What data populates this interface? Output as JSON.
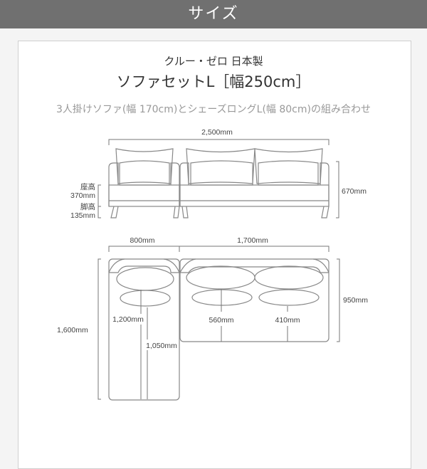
{
  "header": {
    "title": "サイズ"
  },
  "product": {
    "brand": "クルー・ゼロ 日本製",
    "name": "ソファセットL［幅250cm］",
    "description": "3人掛けソファ(幅 170cm)とシェーズロングL(幅 80cm)の組み合わせ"
  },
  "front_view": {
    "total_width": "2,500mm",
    "total_height": "670mm",
    "seat_label": "座高",
    "seat_height": "370mm",
    "leg_label": "脚高",
    "leg_height": "135mm"
  },
  "top_view": {
    "left_width": "800mm",
    "right_width": "1,700mm",
    "left_depth": "1,600mm",
    "right_depth": "950mm",
    "left_seat_depth": "1,200mm",
    "left_seat_depth2": "1,050mm",
    "right_seat_depth": "560mm",
    "right_seat_depth2": "410mm"
  }
}
